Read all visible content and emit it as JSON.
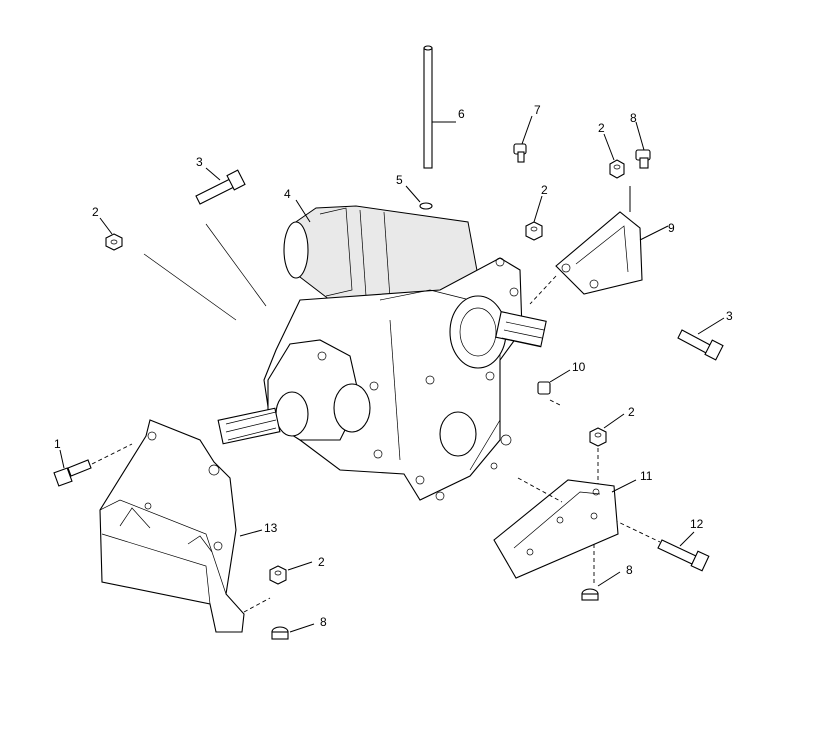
{
  "callouts": [
    {
      "id": "c1",
      "text": "1"
    },
    {
      "id": "c2a",
      "text": "2"
    },
    {
      "id": "c2b",
      "text": "2"
    },
    {
      "id": "c2c",
      "text": "2"
    },
    {
      "id": "c2d",
      "text": "2"
    },
    {
      "id": "c2e",
      "text": "2"
    },
    {
      "id": "c3a",
      "text": "3"
    },
    {
      "id": "c3b",
      "text": "3"
    },
    {
      "id": "c4",
      "text": "4"
    },
    {
      "id": "c5",
      "text": "5"
    },
    {
      "id": "c6",
      "text": "6"
    },
    {
      "id": "c7",
      "text": "7"
    },
    {
      "id": "c8a",
      "text": "8"
    },
    {
      "id": "c8b",
      "text": "8"
    },
    {
      "id": "c8c",
      "text": "8"
    },
    {
      "id": "c9",
      "text": "9"
    },
    {
      "id": "c10",
      "text": "10"
    },
    {
      "id": "c11",
      "text": "11"
    },
    {
      "id": "c12",
      "text": "12"
    },
    {
      "id": "c13",
      "text": "13"
    }
  ]
}
